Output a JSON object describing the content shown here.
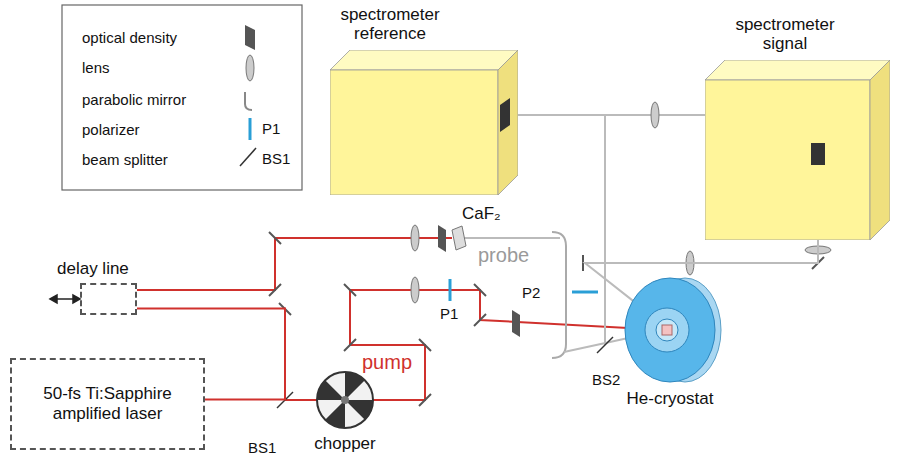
{
  "diagram": {
    "nodes": [
      {
        "text": [
          "spectrometer reference"
        ]
      },
      {
        "text": [
          "spectrometer signal"
        ]
      },
      {
        "text": [
          "delay line"
        ]
      },
      {
        "text": [
          "He-cryostat"
        ]
      },
      {
        "text": [
          "50-fs Ti:Sapphire amplified laser"
        ]
      },
      {
        "text": [
          "chopper"
        ]
      }
    ],
    "edges": [
      {
        "from": 4,
        "to": 2,
        "arrow": "none"
      },
      {
        "from": 3,
        "to": 1,
        "arrow": "none"
      }
    ],
    "labels": [
      "P1",
      "BS1",
      "CaF₂",
      "probe",
      "P1",
      "P2",
      "pump",
      "BS1",
      "BS2"
    ],
    "legend": [
      {
        "text": "optical density"
      },
      {
        "text": "lens"
      },
      {
        "text": "parabolic mirror"
      },
      {
        "text": "polarizer"
      },
      {
        "text": "beam splitter"
      }
    ]
  }
}
